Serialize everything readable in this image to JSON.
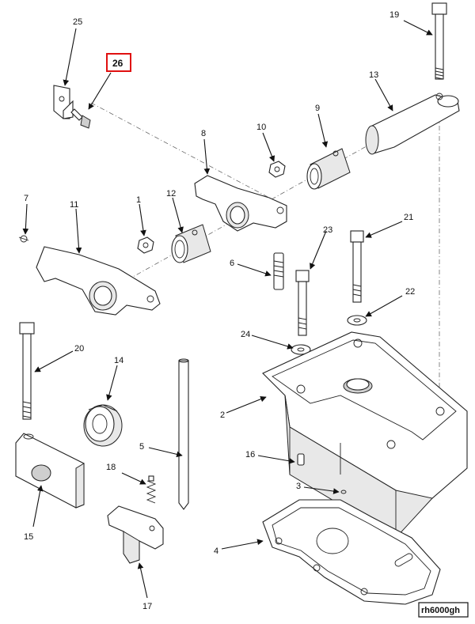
{
  "diagram": {
    "highlighted_label": "26",
    "drawing_code": "rh6000gh",
    "labels": {
      "p1": "1",
      "p2": "2",
      "p3": "3",
      "p4": "4",
      "p5": "5",
      "p6": "6",
      "p7": "7",
      "p8": "8",
      "p9": "9",
      "p10": "10",
      "p11": "11",
      "p12": "12",
      "p13": "13",
      "p14": "14",
      "p15": "15",
      "p16": "16",
      "p17": "17",
      "p18": "18",
      "p19": "19",
      "p20": "20",
      "p21": "21",
      "p22": "22",
      "p23": "23",
      "p24": "24",
      "p25": "25"
    }
  }
}
